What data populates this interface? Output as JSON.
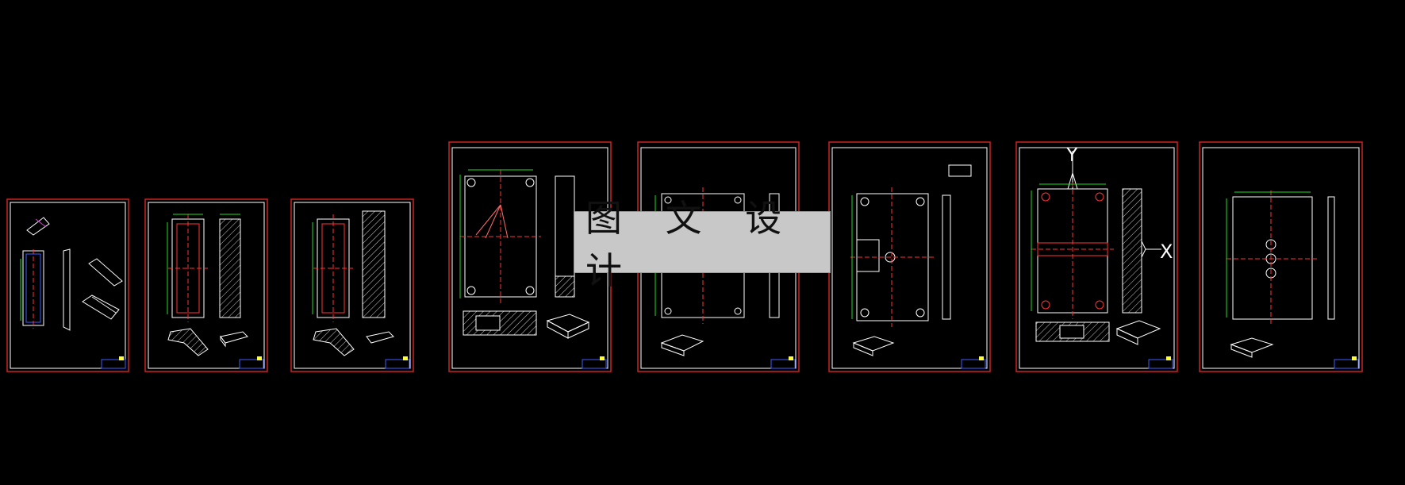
{
  "watermark": {
    "text": "图 文 设 计"
  },
  "axis_labels": {
    "y": "Y",
    "x": "X"
  },
  "colors": {
    "background": "#000000",
    "sheet_border": "#cc2222",
    "inner_border": "#ffffff",
    "geometry": "#ffffff",
    "dimensions": "#22dd22",
    "centerline": "#ff3333",
    "title_block": "#3b5bff",
    "accent": "#ffff33"
  },
  "sheets": [
    {
      "id": 1,
      "kind": "part-iso"
    },
    {
      "id": 2,
      "kind": "slider-section"
    },
    {
      "id": 3,
      "kind": "slider-section"
    },
    {
      "id": 4,
      "kind": "plate-with-runner"
    },
    {
      "id": 5,
      "kind": "plate-plain"
    },
    {
      "id": 6,
      "kind": "plate-with-slot"
    },
    {
      "id": 7,
      "kind": "assembly"
    },
    {
      "id": 8,
      "kind": "plate-three-holes"
    }
  ]
}
